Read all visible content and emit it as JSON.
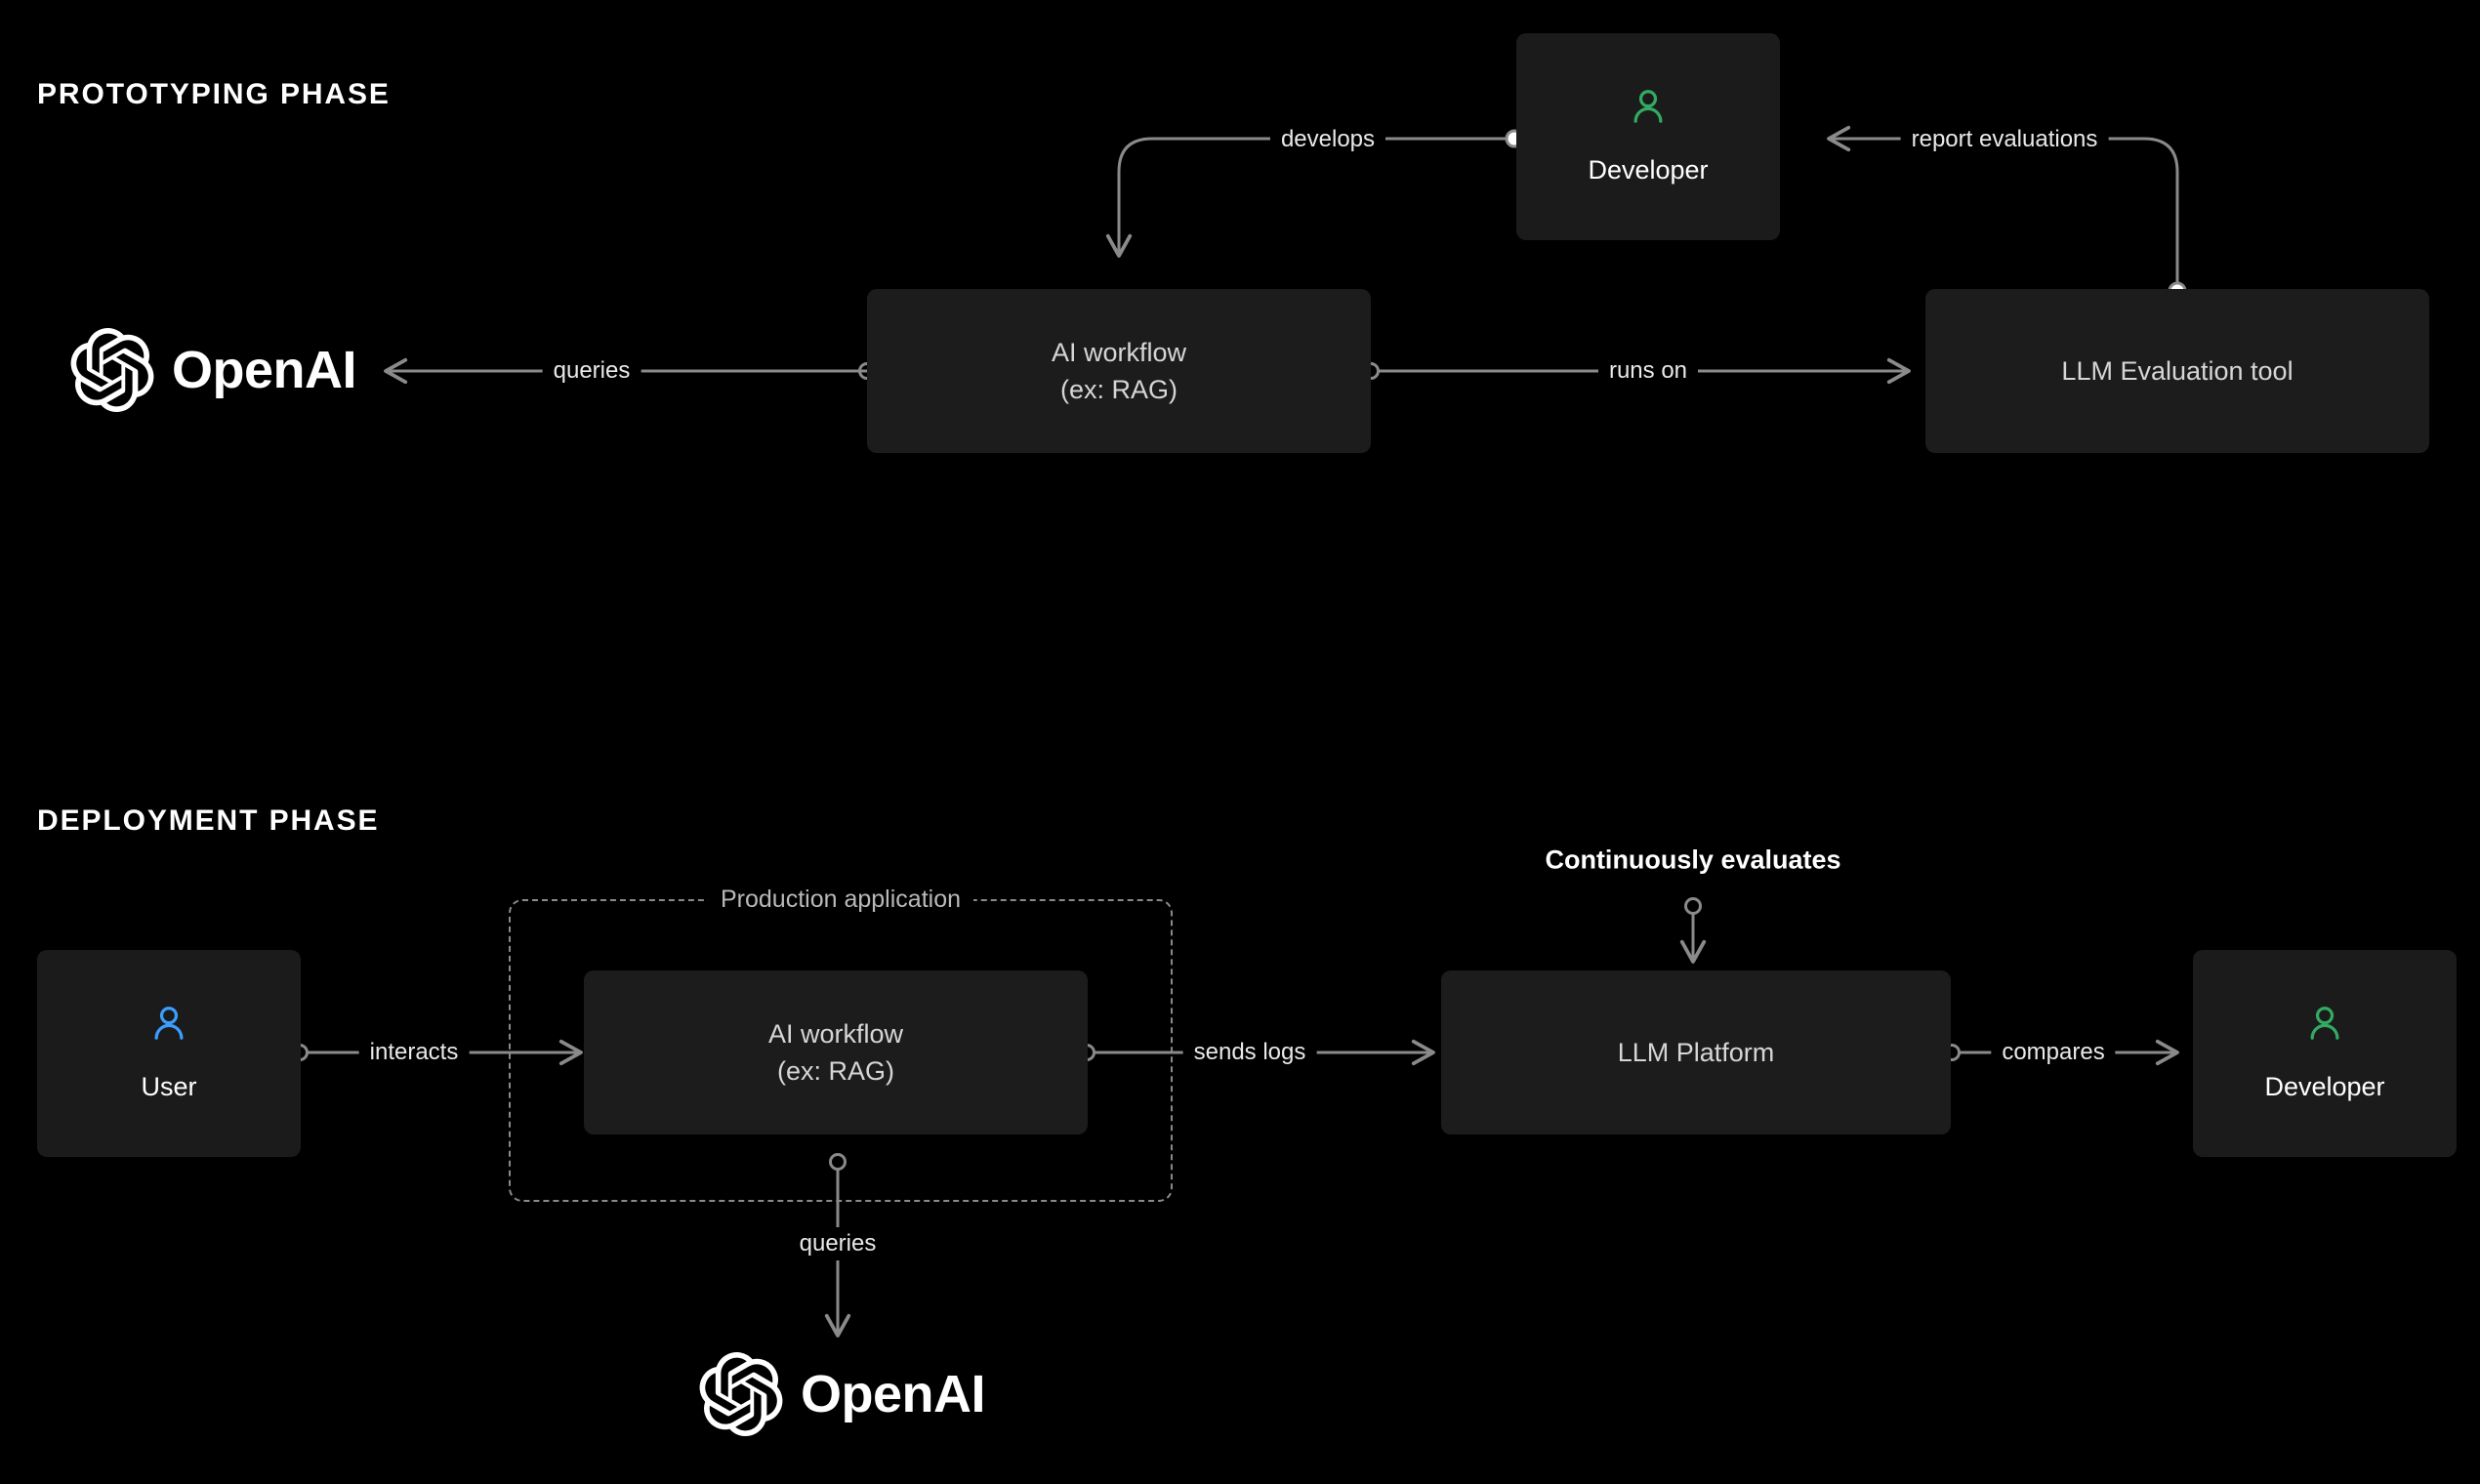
{
  "theme": {
    "background": "#000000",
    "node_fill": "#1c1c1c",
    "node_text": "#d6d6d6",
    "edge_stroke": "#8a8a8a",
    "label_text": "#e9e9e9",
    "developer_icon_color": "#33aa63",
    "user_icon_color": "#3b9eff",
    "heading_text": "#ffffff",
    "group_border": "#8a8a8a"
  },
  "sections": [
    {
      "id": "prototyping",
      "title": "PROTOTYPING PHASE"
    },
    {
      "id": "deployment",
      "title": "DEPLOYMENT PHASE"
    }
  ],
  "prototyping": {
    "nodes": {
      "openai": {
        "wordmark": "OpenAI",
        "icon": "openai-logo-icon"
      },
      "ai_workflow": {
        "label": "AI workflow\n(ex: RAG)"
      },
      "developer": {
        "label": "Developer",
        "icon": "person-icon"
      },
      "eval_tool": {
        "label": "LLM Evaluation tool"
      }
    },
    "edges": [
      {
        "id": "queries",
        "label": "queries",
        "from": "ai_workflow",
        "to": "openai"
      },
      {
        "id": "runs-on",
        "label": "runs on",
        "from": "ai_workflow",
        "to": "eval_tool"
      },
      {
        "id": "develops",
        "label": "develops",
        "from": "developer",
        "to": "ai_workflow"
      },
      {
        "id": "report-evaluations",
        "label": "report evaluations",
        "from": "eval_tool",
        "to": "developer"
      }
    ]
  },
  "deployment": {
    "nodes": {
      "user": {
        "label": "User",
        "icon": "person-icon"
      },
      "ai_workflow": {
        "label": "AI workflow\n(ex: RAG)"
      },
      "llm_platform": {
        "label": "LLM Platform"
      },
      "developer": {
        "label": "Developer",
        "icon": "person-icon"
      },
      "openai": {
        "wordmark": "OpenAI",
        "icon": "openai-logo-icon"
      }
    },
    "group": {
      "title": "Production application"
    },
    "edges": [
      {
        "id": "interacts",
        "label": "interacts",
        "from": "user",
        "to": "ai_workflow"
      },
      {
        "id": "sends-logs",
        "label": "sends logs",
        "from": "ai_workflow",
        "to": "llm_platform"
      },
      {
        "id": "compares",
        "label": "compares",
        "from": "llm_platform",
        "to": "developer"
      },
      {
        "id": "queries",
        "label": "queries",
        "from": "ai_workflow",
        "to": "openai"
      },
      {
        "id": "continuously-evaluates",
        "label": "Continuously evaluates",
        "from": "",
        "to": "llm_platform"
      }
    ]
  }
}
